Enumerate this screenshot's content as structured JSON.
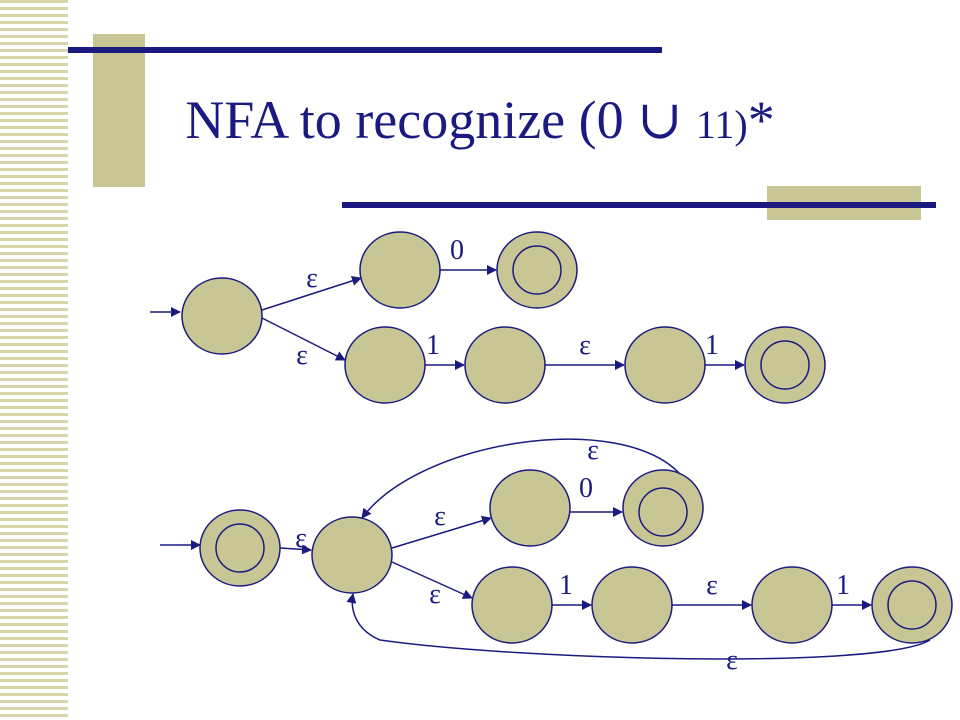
{
  "slide": {
    "title_main": "NFA to recognize (0 ∪ ",
    "title_small": "11)",
    "title_star": "*"
  },
  "theme": {
    "accent": "#1a1a80",
    "state_fill": "#c8c694",
    "stripe": "#d8d6a8"
  },
  "nfa_top": {
    "labels": [
      "ε",
      "ε",
      "0",
      "1",
      "ε",
      "1"
    ]
  },
  "nfa_bottom": {
    "labels": [
      "ε",
      "ε",
      "0",
      "ε",
      "1",
      "ε",
      "1",
      "ε",
      "ε"
    ]
  }
}
